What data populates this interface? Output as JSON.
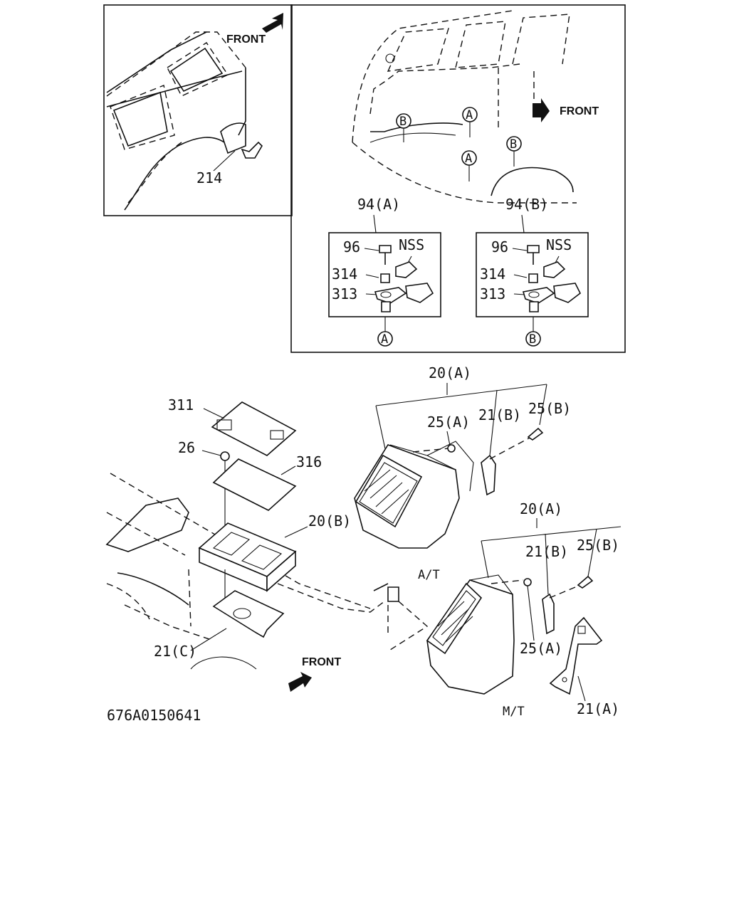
{
  "diagram": {
    "top_left_panel": {
      "front_label": "FRONT",
      "part_214": "214"
    },
    "top_right_panel": {
      "front_label": "FRONT",
      "markers": [
        "A",
        "A",
        "B",
        "B"
      ],
      "assembly_a": {
        "title": "94(A)",
        "parts": [
          "96",
          "NSS",
          "314",
          "313"
        ],
        "marker": "A"
      },
      "assembly_b": {
        "title": "94(B)",
        "parts": [
          "96",
          "NSS",
          "314",
          "313"
        ],
        "marker": "B"
      }
    },
    "bottom_section": {
      "labels": {
        "p311": "311",
        "p26": "26",
        "p316": "316",
        "p20b": "20(B)",
        "p21c": "21(C)",
        "front": "FRONT",
        "p20a_top": "20(A)",
        "p25a_top": "25(A)",
        "p21b_top": "21(B)",
        "p25b_top": "25(B)",
        "at": "A/T",
        "p20a_bot": "20(A)",
        "p21b_bot": "21(B)",
        "p25b_bot": "25(B)",
        "p25a_bot": "25(A)",
        "mt": "M/T",
        "p21a": "21(A)"
      }
    },
    "drawing_code": "676A0150641"
  }
}
